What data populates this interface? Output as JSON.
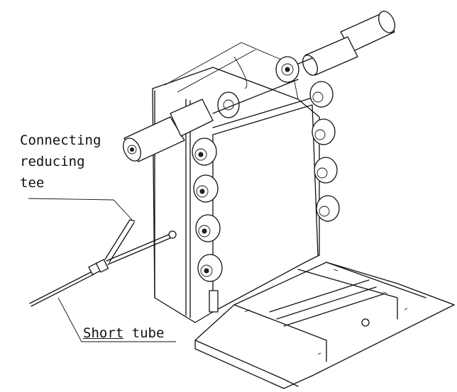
{
  "labels": {
    "connecting_reducing_tee": [
      "Connecting",
      "reducing",
      "tee"
    ],
    "short_tube_underlined": "Short",
    "short_tube_rest": " tube"
  },
  "colors": {
    "line": "#111111",
    "background": "#ffffff"
  }
}
